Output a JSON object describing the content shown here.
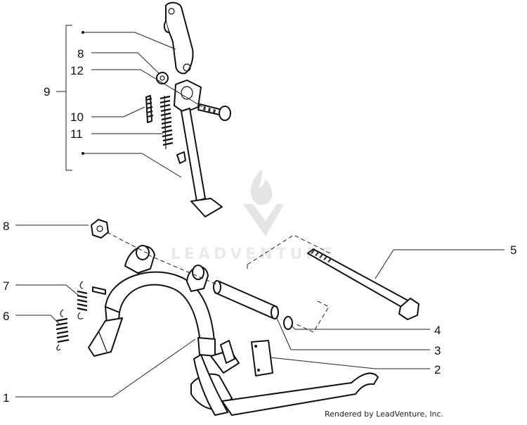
{
  "callouts": {
    "c1": "1",
    "c2": "2",
    "c3": "3",
    "c4": "4",
    "c5": "5",
    "c6": "6",
    "c7": "7",
    "c8_top": "8",
    "c8_bottom": "8",
    "c9": "9",
    "c10": "10",
    "c11": "11",
    "c12": "12"
  },
  "watermark": "LEADVENTURE",
  "credit": "Rendered by LeadVenture, Inc."
}
